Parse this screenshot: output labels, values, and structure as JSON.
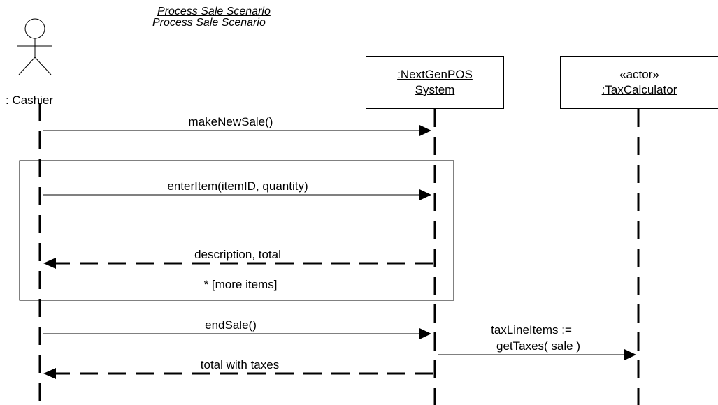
{
  "diagram": {
    "title_line1": "Process Sale Scenario",
    "title_line2": "Process Sale Scenario",
    "actor_cashier": ": Cashier",
    "system_line1": ":NextGenPOS",
    "system_line2": "System",
    "tax_stereotype": "«actor»",
    "tax_name": ":TaxCalculator",
    "messages": {
      "make_new_sale": "makeNewSale()",
      "enter_item": "enterItem(itemID, quantity)",
      "description_total": "description, total",
      "loop_guard": "* [more items]",
      "end_sale": "endSale()",
      "tax_line1": "taxLineItems :=",
      "tax_line2": "getTaxes( sale )",
      "total_with_taxes": "total with taxes"
    }
  }
}
